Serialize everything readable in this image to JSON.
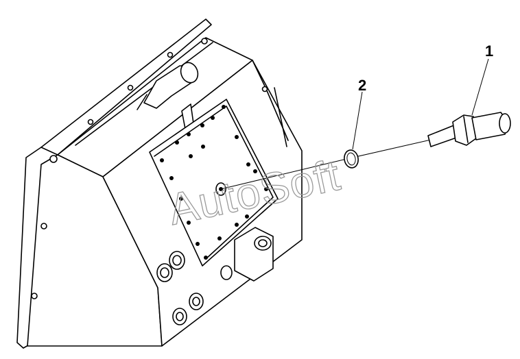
{
  "callouts": [
    {
      "number": "1",
      "part": "sensor"
    },
    {
      "number": "2",
      "part": "sealing-ring"
    }
  ],
  "watermark": "AutoSoft"
}
